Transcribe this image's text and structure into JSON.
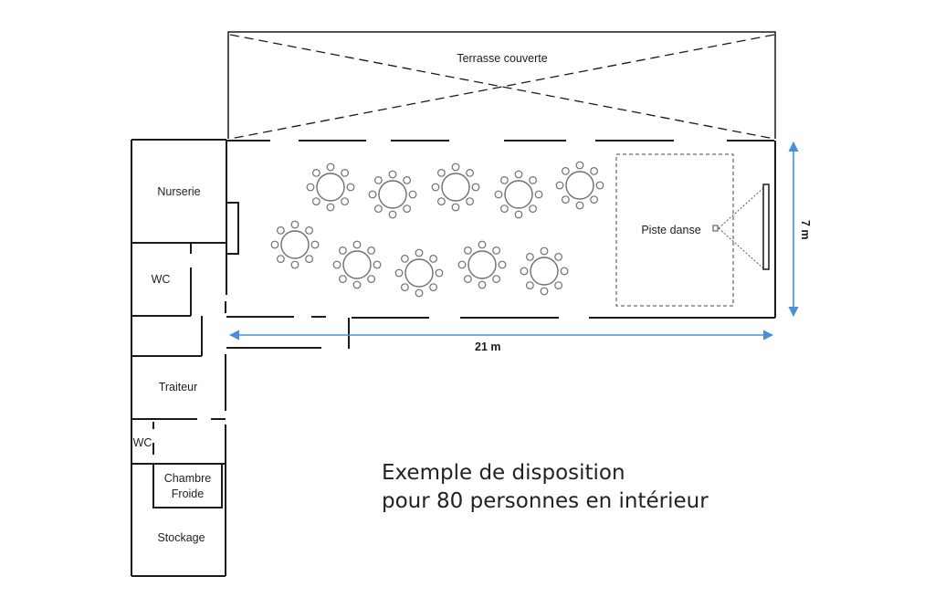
{
  "rooms": {
    "terrace": "Terrasse couverte",
    "nursery": "Nurserie",
    "wc_1": "WC",
    "caterer": "Traiteur",
    "wc_2": "WC",
    "cold_room_line1": "Chambre",
    "cold_room_line2": "Froide",
    "storage": "Stockage",
    "dance_floor": "Piste danse"
  },
  "dimensions": {
    "length": "21 m",
    "width": "7 m"
  },
  "caption": {
    "line1": "Exemple de disposition",
    "line2": "pour 80 personnes en intérieur"
  },
  "tables": {
    "count": 10,
    "seats_per_table": 8
  },
  "colors": {
    "walls": "#1a1a1a",
    "dimension_lines": "#4a90d9",
    "tables": "#6f6f6f"
  }
}
